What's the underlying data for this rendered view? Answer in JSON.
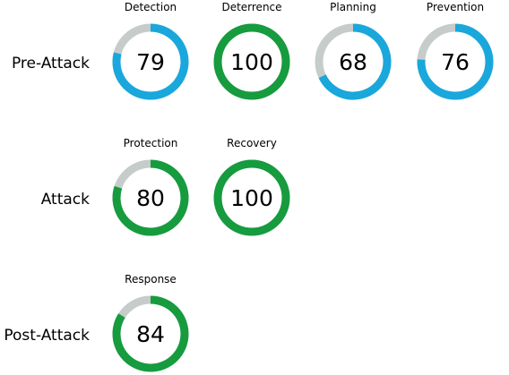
{
  "colors": {
    "track": "#c6ccca",
    "blue": "#1aa7dc",
    "green": "#169b3e",
    "text": "#000000"
  },
  "chart_data": {
    "type": "gauge",
    "max": 100,
    "rows": [
      {
        "label": "Pre-Attack",
        "gauges": [
          {
            "name": "Detection",
            "value": 79,
            "color": "blue"
          },
          {
            "name": "Deterrence",
            "value": 100,
            "color": "green"
          },
          {
            "name": "Planning",
            "value": 68,
            "color": "blue"
          },
          {
            "name": "Prevention",
            "value": 76,
            "color": "blue"
          }
        ]
      },
      {
        "label": "Attack",
        "gauges": [
          {
            "name": "Protection",
            "value": 80,
            "color": "green"
          },
          {
            "name": "Recovery",
            "value": 100,
            "color": "green"
          }
        ]
      },
      {
        "label": "Post-Attack",
        "gauges": [
          {
            "name": "Response",
            "value": 84,
            "color": "green"
          }
        ]
      }
    ]
  }
}
